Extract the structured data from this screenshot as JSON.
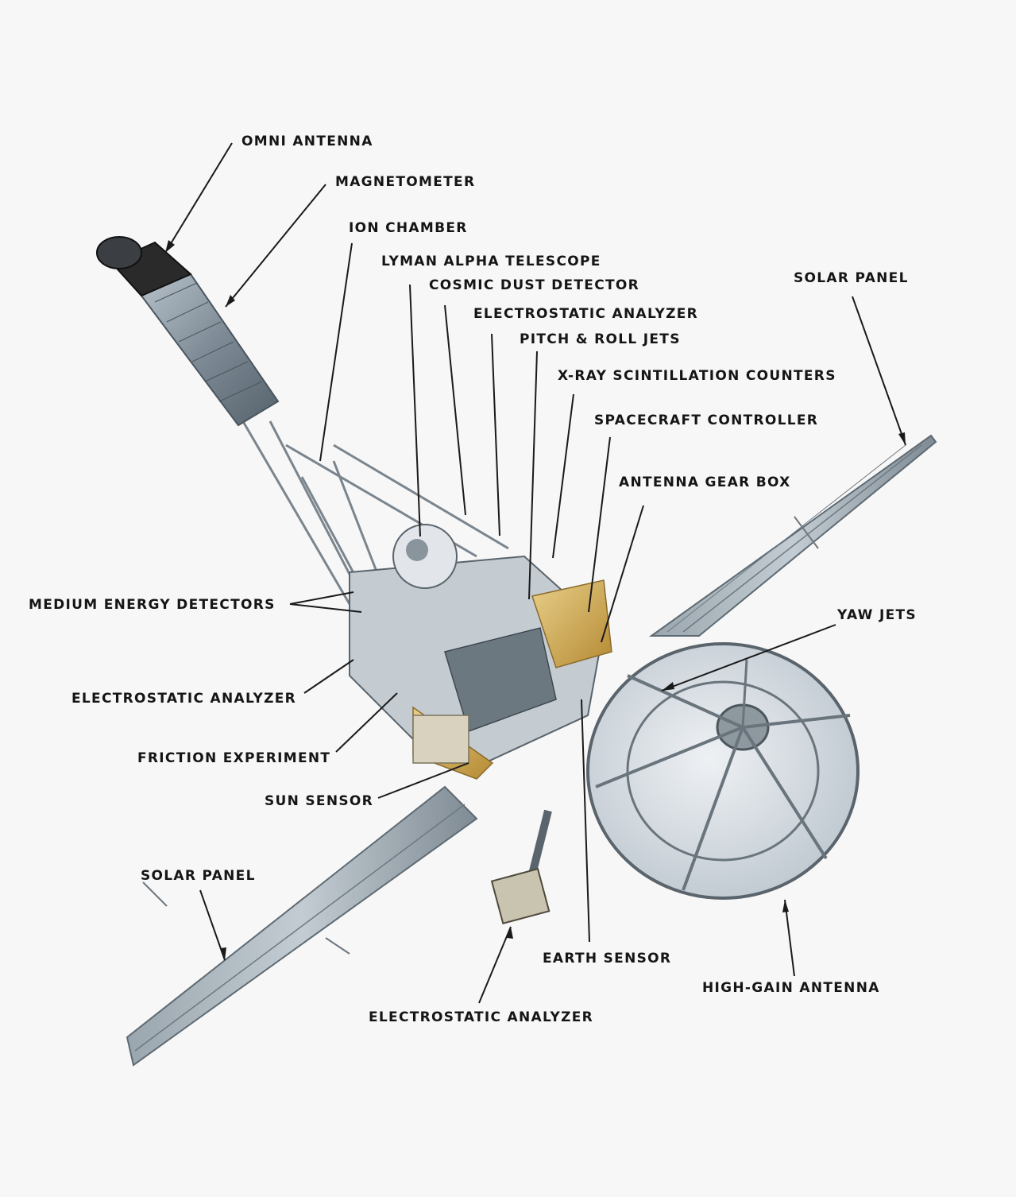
{
  "labels": {
    "omni_antenna": "OMNI ANTENNA",
    "magnetometer": "MAGNETOMETER",
    "ion_chamber": "ION CHAMBER",
    "lyman_alpha_telescope": "LYMAN ALPHA TELESCOPE",
    "cosmic_dust_detector": "COSMIC DUST DETECTOR",
    "electrostatic_analyzer_top": "ELECTROSTATIC ANALYZER",
    "pitch_roll_jets": "PITCH & ROLL JETS",
    "xray_counters": "X-RAY SCINTILLATION COUNTERS",
    "spacecraft_controller": "SPACECRAFT CONTROLLER",
    "antenna_gear_box": "ANTENNA GEAR BOX",
    "solar_panel_right": "SOLAR PANEL",
    "yaw_jets": "YAW JETS",
    "medium_energy_detectors": "MEDIUM ENERGY DETECTORS",
    "electrostatic_analyzer_left": "ELECTROSTATIC ANALYZER",
    "friction_experiment": "FRICTION EXPERIMENT",
    "sun_sensor": "SUN SENSOR",
    "solar_panel_left": "SOLAR PANEL",
    "earth_sensor": "EARTH SENSOR",
    "high_gain_antenna": "HIGH-GAIN ANTENNA",
    "electrostatic_analyzer_bottom": "ELECTROSTATIC ANALYZER"
  },
  "colors": {
    "background": "#f7f7f7",
    "text": "#151515",
    "leader_line": "#1a1a1a",
    "metal": "#8f9aa3",
    "gold": "#c9a24a",
    "dish": "#d7dde3"
  }
}
